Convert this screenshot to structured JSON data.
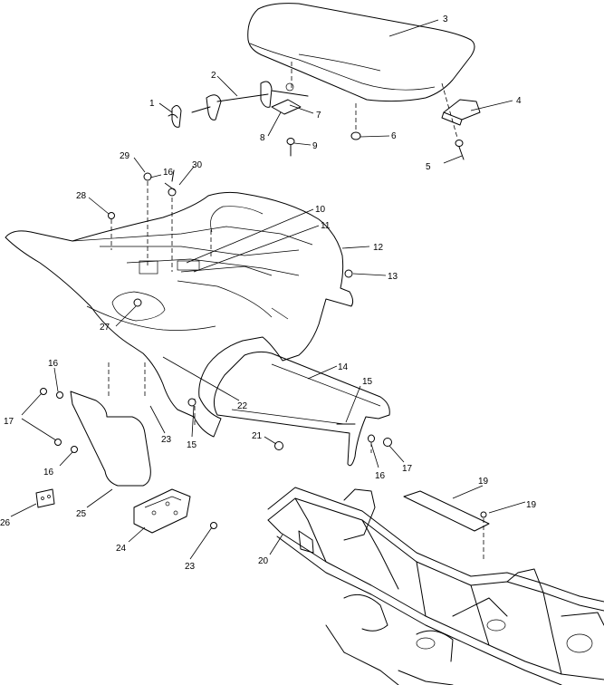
{
  "diagram": {
    "callouts": [
      {
        "key": "c1",
        "text": "1"
      },
      {
        "key": "c2",
        "text": "2"
      },
      {
        "key": "c3",
        "text": "3"
      },
      {
        "key": "c4",
        "text": "4"
      },
      {
        "key": "c5",
        "text": "5"
      },
      {
        "key": "c6",
        "text": "6"
      },
      {
        "key": "c7",
        "text": "7"
      },
      {
        "key": "c8",
        "text": "8"
      },
      {
        "key": "c9",
        "text": "9"
      },
      {
        "key": "c10",
        "text": "10"
      },
      {
        "key": "c11",
        "text": "11"
      },
      {
        "key": "c12",
        "text": "12"
      },
      {
        "key": "c13",
        "text": "13"
      },
      {
        "key": "c14",
        "text": "14"
      },
      {
        "key": "c15a",
        "text": "15"
      },
      {
        "key": "c15b",
        "text": "15"
      },
      {
        "key": "c16a",
        "text": "16"
      },
      {
        "key": "c16b",
        "text": "16"
      },
      {
        "key": "c16c",
        "text": "16"
      },
      {
        "key": "c16d",
        "text": "16"
      },
      {
        "key": "c17a",
        "text": "17"
      },
      {
        "key": "c17b",
        "text": "17"
      },
      {
        "key": "c19a",
        "text": "19"
      },
      {
        "key": "c19b",
        "text": "19"
      },
      {
        "key": "c20",
        "text": "20"
      },
      {
        "key": "c21",
        "text": "21"
      },
      {
        "key": "c22",
        "text": "22"
      },
      {
        "key": "c23a",
        "text": "23"
      },
      {
        "key": "c23b",
        "text": "23"
      },
      {
        "key": "c24",
        "text": "24"
      },
      {
        "key": "c25",
        "text": "25"
      },
      {
        "key": "c26",
        "text": "26"
      },
      {
        "key": "c27",
        "text": "27"
      },
      {
        "key": "c28",
        "text": "28"
      },
      {
        "key": "c29",
        "text": "29"
      },
      {
        "key": "c30",
        "text": "30"
      }
    ]
  }
}
